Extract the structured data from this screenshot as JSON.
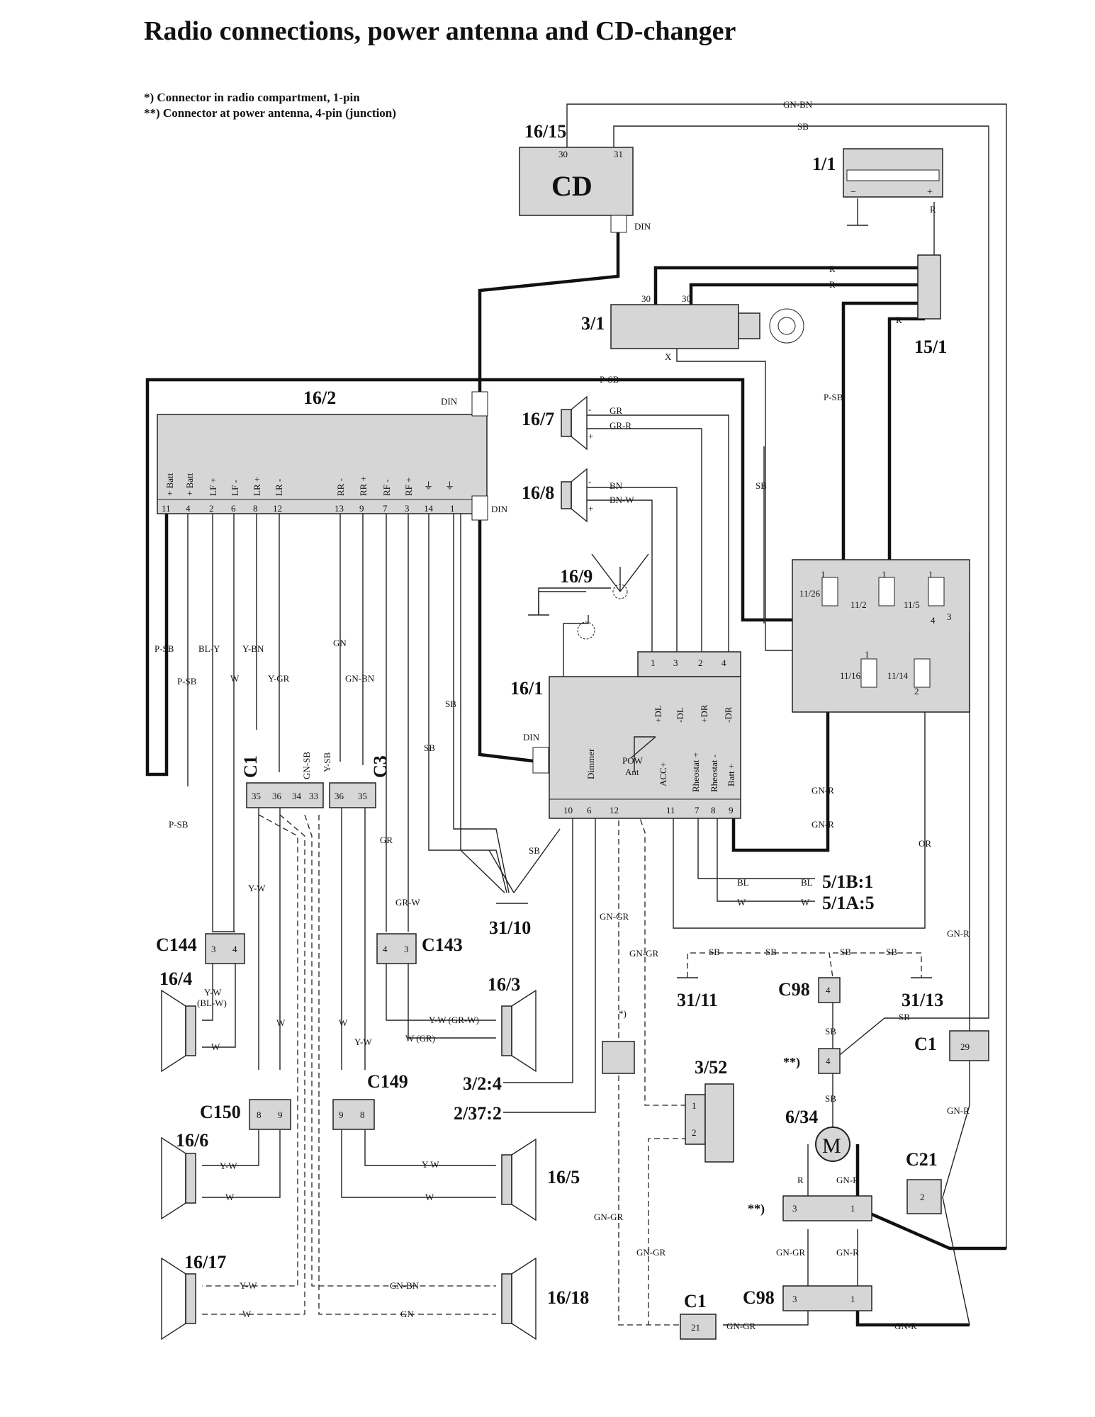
{
  "title": "Radio connections, power antenna and CD-changer",
  "notes": [
    "*) Connector in radio compartment, 1-pin",
    "**) Connector at power antenna, 4-pin (junction)"
  ],
  "components": {
    "cd_changer": {
      "ref": "16/15",
      "label": "CD",
      "pins": [
        "30",
        "31"
      ],
      "connector": "DIN"
    },
    "battery": {
      "ref": "1/1"
    },
    "ignition_switch": {
      "ref": "3/1",
      "pins": [
        "30",
        "30",
        "X"
      ]
    },
    "fuse_box": {
      "ref": "15/1"
    },
    "radio": {
      "ref": "16/2",
      "connector": "DIN",
      "connector2": "DIN",
      "terminals": [
        "+ Batt",
        "+ Batt",
        "LF +",
        "LF -",
        "LR +",
        "LR -",
        "RR -",
        "RR +",
        "RF -",
        "RF +",
        "⏚",
        "⏚"
      ],
      "pins": [
        "11",
        "4",
        "2",
        "6",
        "8",
        "12",
        "13",
        "9",
        "7",
        "3",
        "14",
        "1"
      ]
    },
    "amplifier": {
      "ref": "16/1",
      "connector": "DIN",
      "top_pins": [
        "1",
        "3",
        "2",
        "4"
      ],
      "top_terminals": [
        "+DL",
        "-DL",
        "+DR",
        "-DR"
      ],
      "bottom_terminals": [
        "Dimmer",
        "POW Ant",
        "ACC+",
        "Rheostat +",
        "Rheostat -",
        "Batt +"
      ],
      "pow_label": "POW",
      "ant_label": "Ant",
      "bottom_pins": [
        "10",
        "6",
        "12",
        "11",
        "7",
        "8",
        "9"
      ]
    },
    "speaker_16_7": {
      "ref": "16/7",
      "wires": [
        "GR",
        "GR-R"
      ],
      "polarity": [
        "-",
        "+"
      ]
    },
    "speaker_16_8": {
      "ref": "16/8",
      "wires": [
        "BN",
        "BN-W"
      ],
      "polarity": [
        "-",
        "+"
      ]
    },
    "antenna": {
      "ref": "16/9"
    },
    "fuse_relay": {
      "fuses": [
        "11/26",
        "11/2",
        "11/5",
        "11/16",
        "11/14"
      ],
      "pins": [
        "1",
        "1",
        "1",
        "4",
        "3",
        "1",
        "2"
      ]
    },
    "connector_c1": {
      "ref": "C1",
      "pins": [
        "35",
        "36",
        "34",
        "33"
      ]
    },
    "connector_c3": {
      "ref": "C3",
      "pins": [
        "36",
        "35"
      ]
    },
    "connector_c144": {
      "ref": "C144",
      "pins": [
        "3",
        "4"
      ]
    },
    "connector_c143": {
      "ref": "C143",
      "pins": [
        "4",
        "3"
      ]
    },
    "connector_c150": {
      "ref": "C150",
      "pins": [
        "8",
        "9"
      ]
    },
    "connector_c149": {
      "ref": "C149",
      "pins": [
        "9",
        "8"
      ]
    },
    "speaker_16_4": {
      "ref": "16/4",
      "wires": [
        "Y-W",
        "(BL-W)",
        "W"
      ]
    },
    "speaker_16_3": {
      "ref": "16/3",
      "wires": [
        "Y-W (GR-W)",
        "W (GR)"
      ]
    },
    "speaker_16_6": {
      "ref": "16/6",
      "wires": [
        "Y-W",
        "W"
      ]
    },
    "speaker_16_5": {
      "ref": "16/5",
      "wires": [
        "Y-W",
        "W"
      ]
    },
    "speaker_16_17": {
      "ref": "16/17",
      "wires": [
        "Y-W",
        "W"
      ]
    },
    "speaker_16_18": {
      "ref": "16/18",
      "wires": [
        "GN-BN",
        "GN"
      ]
    },
    "ground_31_10": {
      "ref": "31/10"
    },
    "ground_31_11": {
      "ref": "31/11"
    },
    "ground_31_13": {
      "ref": "31/13"
    },
    "switch_3_52": {
      "ref": "3/52",
      "pins": [
        "1",
        "2"
      ]
    },
    "motor_6_34": {
      "ref": "6/34",
      "symbol": "M"
    },
    "connector_c98_top": {
      "ref": "C98",
      "pin": "4"
    },
    "connector_junction_4": {
      "ref": "**)",
      "pin": "4"
    },
    "connector_junction_31": {
      "ref": "**)",
      "pins": [
        "3",
        "1"
      ]
    },
    "connector_c98_bottom": {
      "ref": "C98",
      "pins": [
        "3",
        "1"
      ]
    },
    "connector_c1_29": {
      "ref": "C1",
      "pin": "29"
    },
    "connector_c21": {
      "ref": "C21",
      "pin": "2"
    },
    "connector_c1_21": {
      "ref": "C1",
      "pin": "21"
    },
    "connector_star": {
      "ref": "*)"
    }
  },
  "external_refs": [
    "5/1B:1",
    "5/1A:5",
    "3/2:4",
    "2/37:2"
  ],
  "wire_labels": {
    "gn_bn": "GN-BN",
    "sb": "SB",
    "r": "R",
    "p_sb": "P-SB",
    "bl_y": "BL-Y",
    "y_bn": "Y-BN",
    "w": "W",
    "y_gr": "Y-GR",
    "gn": "GN",
    "gn_sb": "GN-SB",
    "y_sb": "Y-SB",
    "gr": "GR",
    "gr_w": "GR-W",
    "y_w": "Y-W",
    "gn_r": "GN-R",
    "or": "OR",
    "bl": "BL",
    "gn_gr": "GN-GR",
    "x": "X"
  }
}
